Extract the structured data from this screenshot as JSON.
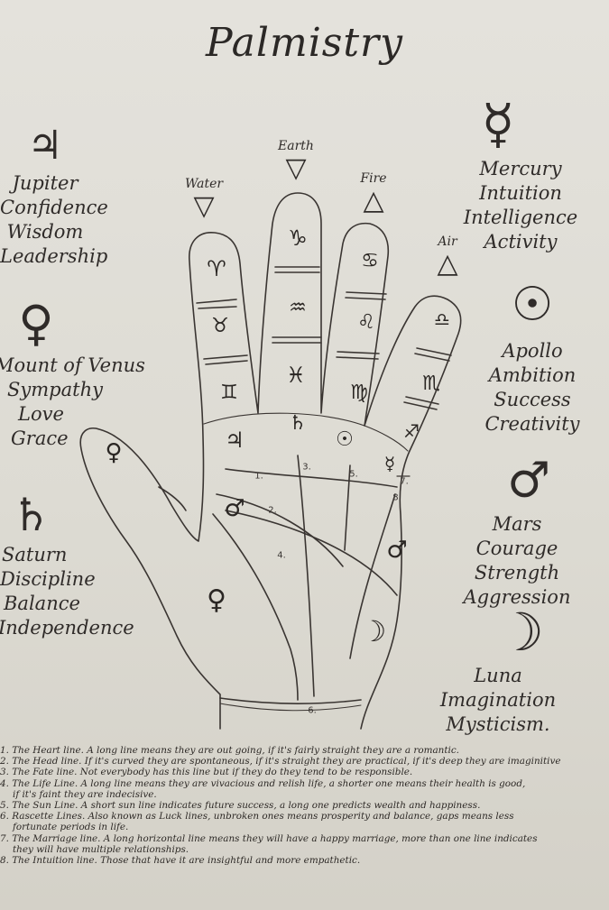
{
  "title": "Palmistry",
  "planets": {
    "jupiter": {
      "symbol": "♃",
      "lines": [
        "Jupiter",
        "Confidence",
        "Wisdom",
        "Leadership"
      ]
    },
    "venus": {
      "symbol": "♀",
      "lines": [
        "Mount of Venus",
        "Sympathy",
        "Love",
        "Grace"
      ]
    },
    "saturn": {
      "symbol": "♄",
      "lines": [
        "Saturn",
        "Discipline",
        "Balance",
        "Independence"
      ]
    },
    "mercury": {
      "symbol": "☿",
      "lines": [
        "Mercury",
        "Intuition",
        "Intelligence",
        "Activity"
      ]
    },
    "apollo": {
      "symbol": "☉",
      "lines": [
        "Apollo",
        "Ambition",
        "Success",
        "Creativity"
      ]
    },
    "mars": {
      "symbol": "♂",
      "lines": [
        "Mars",
        "Courage",
        "Strength",
        "Aggression"
      ]
    },
    "luna": {
      "symbol": "☽",
      "lines": [
        "Luna",
        "Imagination",
        "Mysticism."
      ]
    }
  },
  "elements": {
    "water": {
      "label": "Water",
      "symbol": "▽"
    },
    "earth": {
      "label": "Earth",
      "symbol": "▽"
    },
    "fire": {
      "label": "Fire",
      "symbol": "△"
    },
    "air": {
      "label": "Air",
      "symbol": "△"
    }
  },
  "hand_glyphs": {
    "aries": "♈",
    "taurus": "♉",
    "gemini": "♊",
    "capricorn": "♑",
    "aquarius": "♒",
    "pisces": "♓",
    "cancer": "♋",
    "leo": "♌",
    "virgo": "♍",
    "libra": "♎",
    "scorpio": "♏",
    "sagittarius": "♐",
    "jupiter": "♃",
    "saturn": "♄",
    "sun": "☉",
    "mercury": "☿",
    "venus_thumb": "♀",
    "venus_mount": "♀",
    "mars_upper": "♂",
    "mars_lower": "♂",
    "moon": "☽"
  },
  "line_numbers": [
    "1.",
    "2.",
    "3.",
    "4.",
    "5.",
    "6.",
    "7.",
    "8."
  ],
  "notes": [
    "1. The Heart line. A long line means they are out going, if it's fairly straight they are a romantic.",
    "2. The Head line. If it's curved they are spontaneous, if it's straight they are practical, if it's deep they are imaginitive",
    "3. The Fate line. Not everybody has this line but if they do they tend to be responsible.",
    "4. The Life Line. A long line means they are vivacious and relish life, a shorter one means their health is good,",
    "if it's faint they are indecisive.",
    "5. The Sun Line. A short sun line indicates future success, a long one predicts wealth and happiness.",
    "6. Rascette Lines. Also known as Luck lines, unbroken ones means prosperity and balance, gaps means less",
    "fortunate periods in life.",
    "7. The Marriage line. A long horizontal line means they will have a happy marriage, more than one line indicates",
    "they will have multiple relationships.",
    "8. The Intuition line. Those that have it are insightful and more empathetic."
  ]
}
